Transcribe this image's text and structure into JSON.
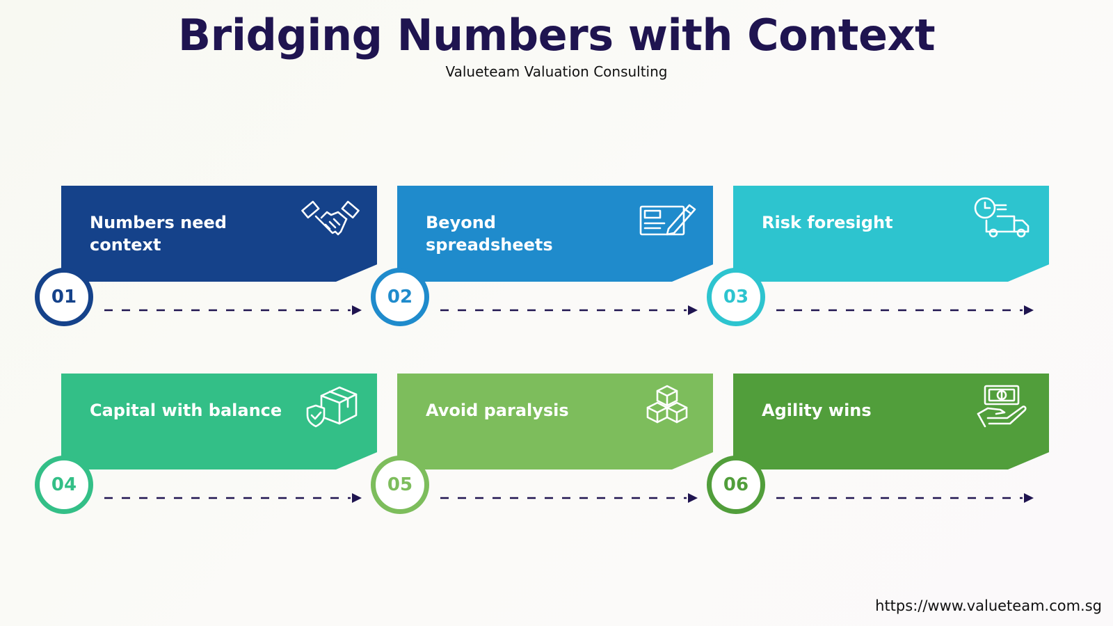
{
  "header": {
    "title": "Bridging Numbers with Context",
    "subtitle": "Valueteam Valuation Consulting"
  },
  "steps": [
    {
      "number": "01",
      "label": "Numbers need context",
      "icon": "handshake-icon",
      "color": "#15428a"
    },
    {
      "number": "02",
      "label": "Beyond spreadsheets",
      "icon": "document-signing-icon",
      "color": "#1f8bcc"
    },
    {
      "number": "03",
      "label": "Risk foresight",
      "icon": "delivery-truck-clock-icon",
      "color": "#2dc4cf"
    },
    {
      "number": "04",
      "label": "Capital with balance",
      "icon": "shielded-box-icon",
      "color": "#33bf87"
    },
    {
      "number": "05",
      "label": "Avoid paralysis",
      "icon": "stacked-cubes-icon",
      "color": "#7dbd5c"
    },
    {
      "number": "06",
      "label": "Agility wins",
      "icon": "money-in-hand-icon",
      "color": "#519e3b"
    }
  ],
  "footer": {
    "url": "https://www.valueteam.com.sg"
  }
}
